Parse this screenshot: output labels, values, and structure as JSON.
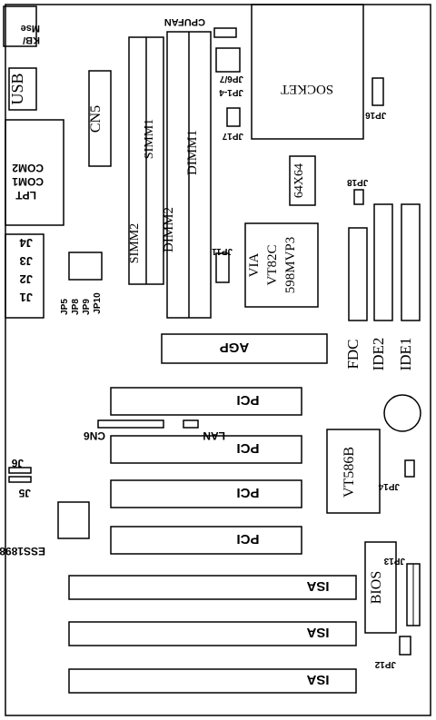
{
  "labels": {
    "kb_mse_1": "KB/",
    "kb_mse_2": "Mse",
    "usb": "USB",
    "cpufan": "CPUFAN",
    "jp67": "JP6/7",
    "jp14": "JP1-4",
    "socket": "SOCKET",
    "jp16": "JP16",
    "jp17": "JP17",
    "cn5": "CN5",
    "simm1": "SIMM1",
    "simm2": "SIMM2",
    "dimm1": "DIMM1",
    "dimm2": "DIMM2",
    "lpt": "LPT",
    "com1": "COM1",
    "com2": "COM2",
    "chip64x64": "64X64",
    "jp18": "JP18",
    "j4": "J4",
    "j3": "J3",
    "j2": "J2",
    "j1": "J1",
    "jp11": "JP11",
    "via1": "VIA",
    "via2": "VT82C",
    "via3": "598MVP3",
    "jp5": "JP5",
    "jp8": "JP8",
    "jp9": "JP9",
    "jp10": "JP10",
    "fdc": "FDC",
    "ide2": "IDE2",
    "ide1": "IDE1",
    "agp": "AGP",
    "pci1": "PCI",
    "pci2": "PCI",
    "pci3": "PCI",
    "pci4": "PCI",
    "cn6": "CN6",
    "lan": "LAN",
    "j6": "J6",
    "j5": "J5",
    "vt586b": "VT586B",
    "jp14b": "JP14",
    "ess": "ESS1898",
    "jp13": "JP13",
    "isa1": "ISA",
    "isa2": "ISA",
    "isa3": "ISA",
    "bios": "BIOS",
    "jp12": "JP12"
  }
}
